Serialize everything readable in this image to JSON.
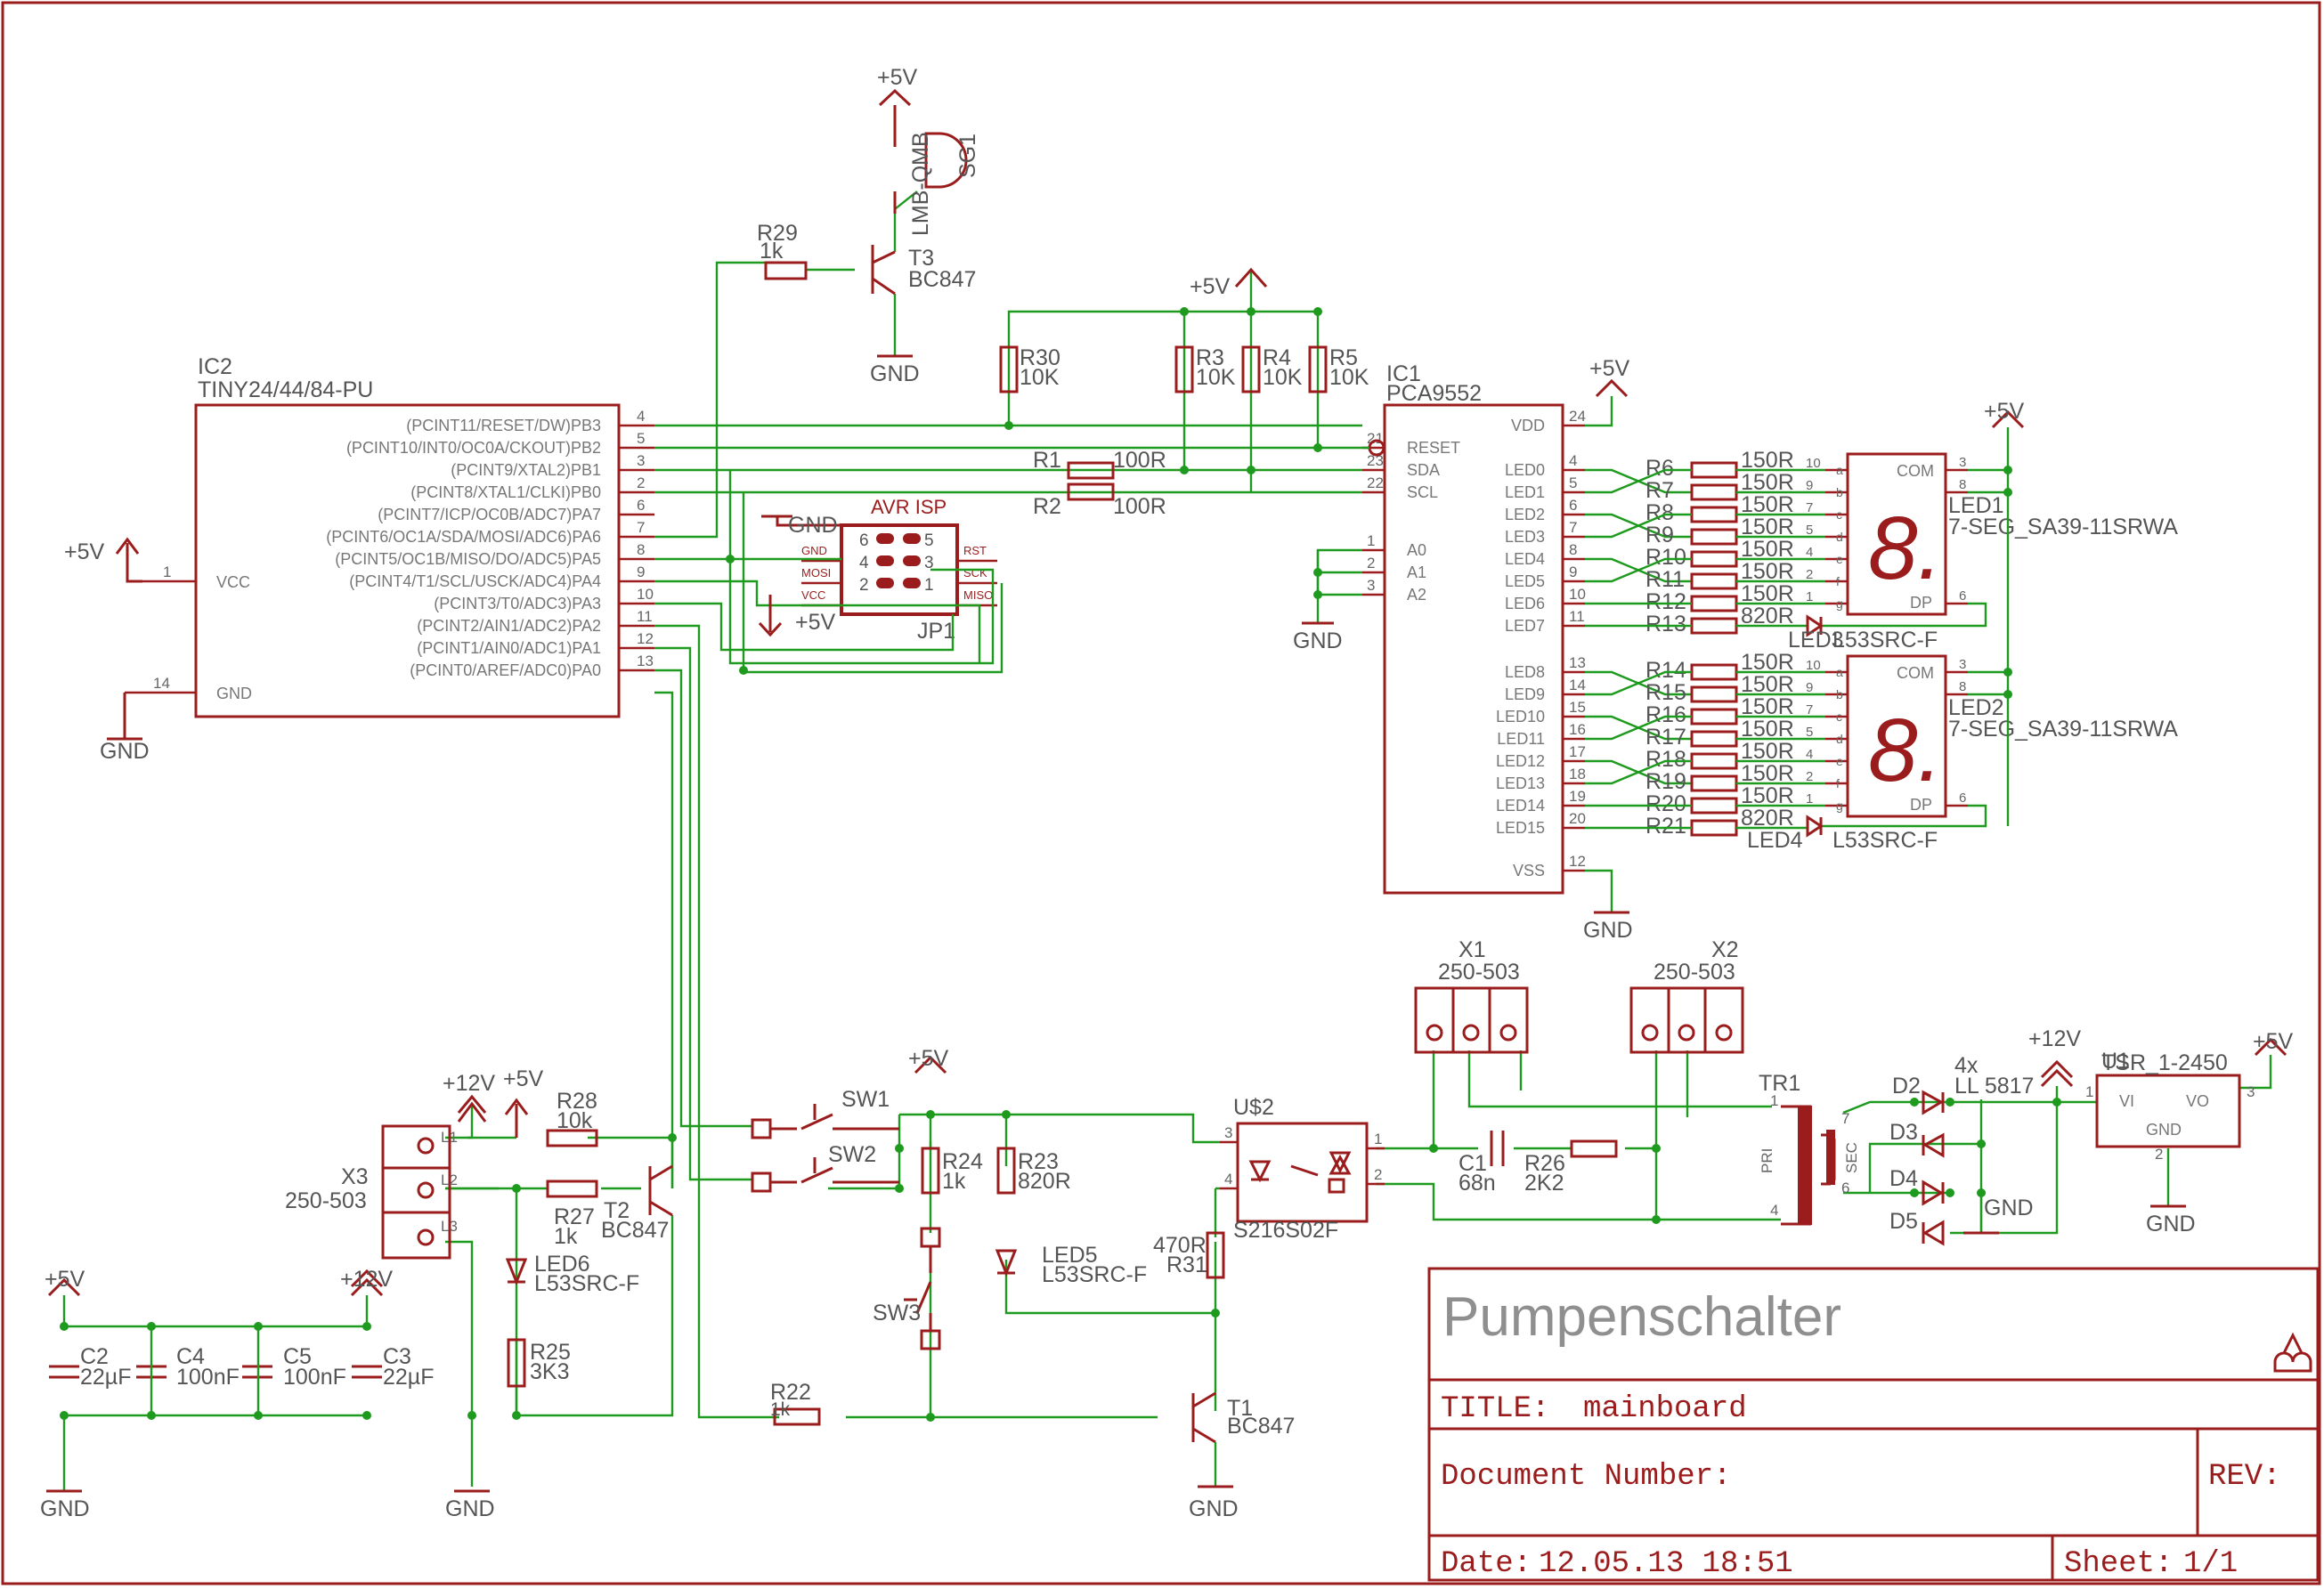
{
  "title_block": {
    "project": "Pumpenschalter",
    "title_label": "TITLE:",
    "title_value": "mainboard",
    "docnum_label": "Document Number:",
    "rev_label": "REV:",
    "date_label": "Date:",
    "date_value": "12.05.13 18:51",
    "sheet_label": "Sheet:",
    "sheet_value": "1/1"
  },
  "supplies": {
    "p5v": "+5V",
    "p12v": "+12V",
    "gnd": "GND"
  },
  "ic2": {
    "ref": "IC2",
    "value": "TINY24/44/84-PU",
    "pins_right": [
      {
        "name": "(PCINT11/RESET/DW)PB3",
        "num": "4"
      },
      {
        "name": "(PCINT10/INT0/OC0A/CKOUT)PB2",
        "num": "5"
      },
      {
        "name": "(PCINT9/XTAL2)PB1",
        "num": "3"
      },
      {
        "name": "(PCINT8/XTAL1/CLKI)PB0",
        "num": "2"
      },
      {
        "name": "(PCINT7/ICP/OC0B/ADC7)PA7",
        "num": "6"
      },
      {
        "name": "(PCINT6/OC1A/SDA/MOSI/ADC6)PA6",
        "num": "7"
      },
      {
        "name": "(PCINT5/OC1B/MISO/DO/ADC5)PA5",
        "num": "8"
      },
      {
        "name": "(PCINT4/T1/SCL/USCK/ADC4)PA4",
        "num": "9"
      },
      {
        "name": "(PCINT3/T0/ADC3)PA3",
        "num": "10"
      },
      {
        "name": "(PCINT2/AIN1/ADC2)PA2",
        "num": "11"
      },
      {
        "name": "(PCINT1/AIN0/ADC1)PA1",
        "num": "12"
      },
      {
        "name": "(PCINT0/AREF/ADC0)PA0",
        "num": "13"
      }
    ],
    "vcc_name": "VCC",
    "vcc_num": "1",
    "gnd_name": "GND",
    "gnd_num": "14"
  },
  "ic1": {
    "ref": "IC1",
    "value": "PCA9552",
    "left_pins": [
      {
        "name": "RESET",
        "num": "21"
      },
      {
        "name": "SDA",
        "num": "23"
      },
      {
        "name": "SCL",
        "num": "22"
      },
      {
        "name": "A0",
        "num": "1"
      },
      {
        "name": "A1",
        "num": "2"
      },
      {
        "name": "A2",
        "num": "3"
      }
    ],
    "right_pins": [
      {
        "name": "VDD",
        "num": "24"
      },
      {
        "name": "LED0",
        "num": "4"
      },
      {
        "name": "LED1",
        "num": "5"
      },
      {
        "name": "LED2",
        "num": "6"
      },
      {
        "name": "LED3",
        "num": "7"
      },
      {
        "name": "LED4",
        "num": "8"
      },
      {
        "name": "LED5",
        "num": "9"
      },
      {
        "name": "LED6",
        "num": "10"
      },
      {
        "name": "LED7",
        "num": "11"
      },
      {
        "name": "LED8",
        "num": "13"
      },
      {
        "name": "LED9",
        "num": "14"
      },
      {
        "name": "LED10",
        "num": "15"
      },
      {
        "name": "LED11",
        "num": "16"
      },
      {
        "name": "LED12",
        "num": "17"
      },
      {
        "name": "LED13",
        "num": "18"
      },
      {
        "name": "LED14",
        "num": "19"
      },
      {
        "name": "LED15",
        "num": "20"
      },
      {
        "name": "VSS",
        "num": "12"
      }
    ]
  },
  "isp": {
    "title": "AVR ISP",
    "ref": "JP1",
    "pins": [
      {
        "l": "6",
        "r": "5",
        "ln": "GND",
        "rn": "RST"
      },
      {
        "l": "4",
        "r": "3",
        "ln": "MOSI",
        "rn": "SCK"
      },
      {
        "l": "2",
        "r": "1",
        "ln": "VCC",
        "rn": "MISO"
      }
    ]
  },
  "seg1": {
    "ref": "LED1",
    "value": "7-SEG_SA39-11SRWA",
    "digit": "8.",
    "com": "COM",
    "dp": "DP",
    "com_pins": [
      "3",
      "8"
    ],
    "dp_pin": "6",
    "seg_pins": [
      {
        "n": "10",
        "s": "a"
      },
      {
        "n": "9",
        "s": "b"
      },
      {
        "n": "7",
        "s": "c"
      },
      {
        "n": "5",
        "s": "d"
      },
      {
        "n": "4",
        "s": "e"
      },
      {
        "n": "2",
        "s": "f"
      },
      {
        "n": "1",
        "s": "g"
      }
    ]
  },
  "seg2": {
    "ref": "LED2",
    "value": "7-SEG_SA39-11SRWA",
    "digit": "8.",
    "com": "COM",
    "dp": "DP",
    "com_pins": [
      "3",
      "8"
    ],
    "dp_pin": "6",
    "seg_pins": [
      {
        "n": "10",
        "s": "a"
      },
      {
        "n": "9",
        "s": "b"
      },
      {
        "n": "7",
        "s": "c"
      },
      {
        "n": "5",
        "s": "d"
      },
      {
        "n": "4",
        "s": "e"
      },
      {
        "n": "2",
        "s": "f"
      },
      {
        "n": "1",
        "s": "g"
      }
    ]
  },
  "resistors_top": [
    {
      "ref": "R6",
      "value": "150R"
    },
    {
      "ref": "R7",
      "value": "150R"
    },
    {
      "ref": "R8",
      "value": "150R"
    },
    {
      "ref": "R9",
      "value": "150R"
    },
    {
      "ref": "R10",
      "value": "150R"
    },
    {
      "ref": "R11",
      "value": "150R"
    },
    {
      "ref": "R12",
      "value": "150R"
    },
    {
      "ref": "R13",
      "value": "820R"
    }
  ],
  "resistors_bot": [
    {
      "ref": "R14",
      "value": "150R"
    },
    {
      "ref": "R15",
      "value": "150R"
    },
    {
      "ref": "R16",
      "value": "150R"
    },
    {
      "ref": "R17",
      "value": "150R"
    },
    {
      "ref": "R18",
      "value": "150R"
    },
    {
      "ref": "R19",
      "value": "150R"
    },
    {
      "ref": "R20",
      "value": "150R"
    },
    {
      "ref": "R21",
      "value": "820R"
    }
  ],
  "parts": {
    "r29": {
      "ref": "R29",
      "value": "1k"
    },
    "t3": {
      "ref": "T3",
      "value": "BC847"
    },
    "sg1": {
      "ref": "SG1",
      "value": "LMB-QMB"
    },
    "r30": {
      "ref": "R30",
      "value": "10K"
    },
    "r3": {
      "ref": "R3",
      "value": "10K"
    },
    "r4": {
      "ref": "R4",
      "value": "10K"
    },
    "r5": {
      "ref": "R5",
      "value": "10K"
    },
    "r1": {
      "ref": "R1",
      "value": "100R"
    },
    "r2": {
      "ref": "R2",
      "value": "100R"
    },
    "led3": {
      "ref": "LED3",
      "value": "L53SRC-F"
    },
    "led4": {
      "ref": "LED4",
      "value": "L53SRC-F"
    },
    "x1": {
      "ref": "X1",
      "value": "250-503"
    },
    "x2": {
      "ref": "X2",
      "value": "250-503"
    },
    "x3": {
      "ref": "X3",
      "value": "250-503"
    },
    "x_pins": [
      "L1",
      "L2",
      "L3"
    ],
    "r28": {
      "ref": "R28",
      "value": "10k"
    },
    "r27": {
      "ref": "R27",
      "value": "1k"
    },
    "t2": {
      "ref": "T2",
      "value": "BC847"
    },
    "led6": {
      "ref": "LED6",
      "value": "L53SRC-F"
    },
    "r25": {
      "ref": "R25",
      "value": "3K3"
    },
    "c2": {
      "ref": "C2",
      "value": "22µF"
    },
    "c4": {
      "ref": "C4",
      "value": "100nF"
    },
    "c5": {
      "ref": "C5",
      "value": "100nF"
    },
    "c3": {
      "ref": "C3",
      "value": "22µF"
    },
    "sw1": {
      "ref": "SW1"
    },
    "sw2": {
      "ref": "SW2"
    },
    "sw3": {
      "ref": "SW3"
    },
    "r24": {
      "ref": "R24",
      "value": "1k"
    },
    "r23": {
      "ref": "R23",
      "value": "820R"
    },
    "led5": {
      "ref": "LED5",
      "value": "L53SRC-F"
    },
    "r22": {
      "ref": "R22",
      "value": "1k"
    },
    "t1": {
      "ref": "T1",
      "value": "BC847"
    },
    "u2": {
      "ref": "U$2",
      "value": "S216S02F",
      "pin_tl": "3",
      "pin_bl": "4",
      "pin_tr": "1",
      "pin_br": "2"
    },
    "r31": {
      "ref": "R31",
      "value": "470R"
    },
    "c1": {
      "ref": "C1",
      "value": "68n"
    },
    "r26": {
      "ref": "R26",
      "value": "2K2"
    },
    "tr1": {
      "ref": "TR1",
      "pri": "PRI",
      "sec": "SEC",
      "p1": "1",
      "p4": "4",
      "p7": "7",
      "p6": "6"
    },
    "d2": {
      "ref": "D2"
    },
    "d3": {
      "ref": "D3"
    },
    "d4": {
      "ref": "D4"
    },
    "d5": {
      "ref": "D5"
    },
    "bridge": {
      "qty": "4x",
      "value": "LL 5817"
    },
    "u1": {
      "ref": "U1",
      "value": "TSR_1-2450",
      "vi": "VI",
      "vo": "VO",
      "gnd": "GND",
      "p1": "1",
      "p2": "2",
      "p3": "3"
    }
  }
}
